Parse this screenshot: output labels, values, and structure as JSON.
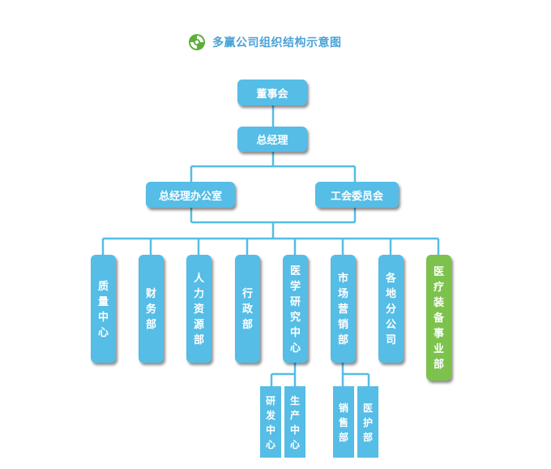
{
  "title": "多赢公司组织结构示意图",
  "colors": {
    "box": "#55bde6",
    "special": "#7cc24d",
    "line": "#55bde6",
    "title": "#4aa3d9"
  },
  "nodes": {
    "board": "董事会",
    "gm": "总经理",
    "gm_office": "总经理办公室",
    "union": "工会委员会",
    "departments": [
      {
        "id": "quality",
        "label": "质量中心"
      },
      {
        "id": "finance",
        "label": "财务部"
      },
      {
        "id": "hr",
        "label": "人力资源部"
      },
      {
        "id": "admin",
        "label": "行政部"
      },
      {
        "id": "medical-research",
        "label": "医学研究中心"
      },
      {
        "id": "marketing",
        "label": "市场营销部"
      },
      {
        "id": "branches",
        "label": "各地分公司"
      },
      {
        "id": "medical-equipment",
        "label": "医疗装备事业部"
      }
    ],
    "research_subunits": [
      {
        "id": "rd",
        "label": "研发中心"
      },
      {
        "id": "production",
        "label": "生产中心"
      }
    ],
    "marketing_subunits": [
      {
        "id": "sales",
        "label": "销售部"
      },
      {
        "id": "care",
        "label": "医护部"
      }
    ]
  }
}
